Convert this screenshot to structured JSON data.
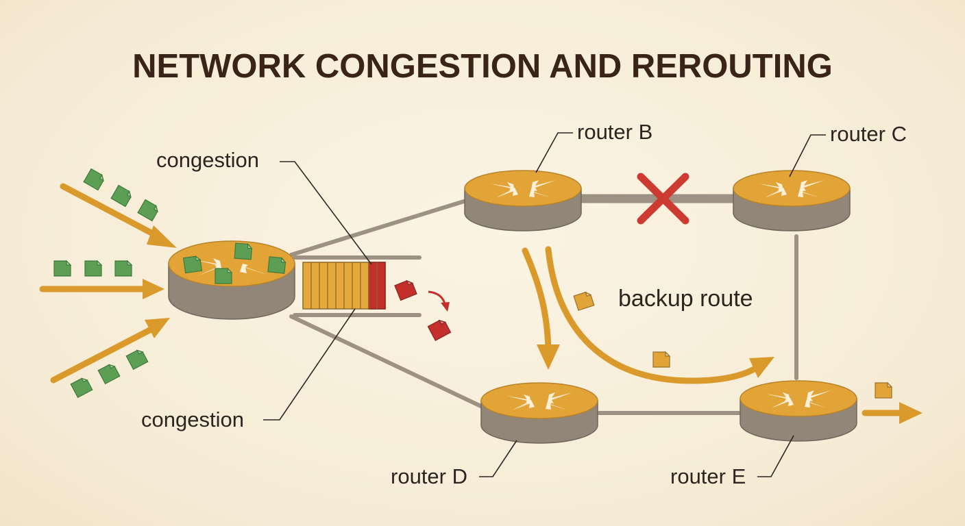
{
  "title": "NETWORK CONGESTION AND REROUTING",
  "labels": {
    "congestion_top": "congestion",
    "congestion_bottom": "congestion",
    "backup_route": "backup route",
    "router_b": "router B",
    "router_c": "router C",
    "router_d": "router D",
    "router_e": "router E"
  },
  "colors": {
    "background": "#f6ecd6",
    "router_top": "#e2a436",
    "router_side": "#918677",
    "packet_ok": "#5d9e55",
    "packet_dropped": "#c42f2b",
    "packet_rerouted": "#e2a436",
    "link": "#9c9182",
    "failure_mark": "#cc3a32",
    "arrow": "#d99a2b",
    "text": "#2d2420"
  },
  "icons": [
    "router-icon",
    "packet-icon",
    "failure-x-icon",
    "queue-buffer-icon",
    "arrow-icon"
  ]
}
